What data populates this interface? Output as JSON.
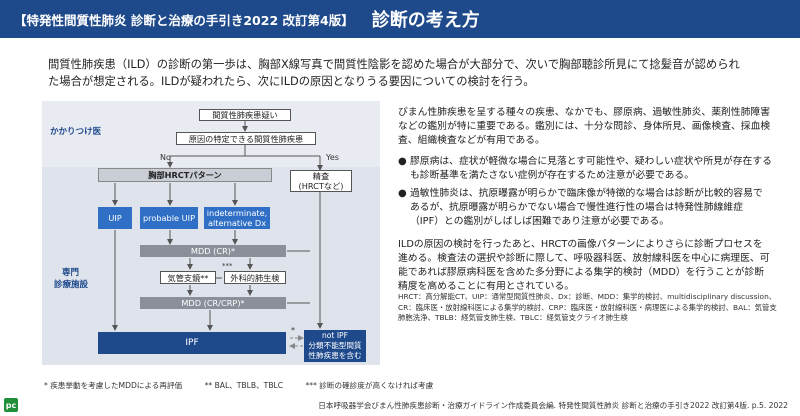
{
  "header": {
    "subtitle": "【特発性間質性肺炎 診断と治療の手引き2022 改訂第4版】",
    "title": "診断の考え方"
  },
  "intro": "間質性肺疾患（ILD）の診断の第一歩は、胸部X線写真で間質性陰影を認めた場合が大部分で、次いで胸部聴診所見にて捻髪音が認められた場合が想定される。ILDが疑われたら、次にILDの原因となりうる要因についての検討を行う。",
  "diagram": {
    "zone_primary": "かかりつけ医",
    "zone_specialist_1": "専門",
    "zone_specialist_2": "診療施設",
    "suspect": "間質性肺疾患疑い",
    "cause_check": "原因の特定できる間質性肺疾患",
    "no": "No",
    "yes": "Yes",
    "hrct": "胸部HRCTパターン",
    "detail_1": "精査",
    "detail_2": "(HRCTなど)",
    "uip": "UIP",
    "probable_uip": "probable UIP",
    "indet_1": "indeterminate,",
    "indet_2": "alternative Dx",
    "mdd_cr": "MDD (CR)*",
    "biopsy": "気管支鏡**",
    "surgical": "外科的肺生検",
    "stars": "***",
    "mdd_crp": "MDD (CR/CRP)*",
    "ipf": "IPF",
    "not_ipf_1": "not IPF",
    "not_ipf_2": "分類不能型間質",
    "not_ipf_3": "性肺疾患を含む",
    "ast": "*"
  },
  "right": {
    "p1": "びまん性肺疾患を呈する種々の疾患、なかでも、膠原病、過敏性肺炎、薬剤性肺障害などの鑑別が特に重要である。鑑別には、十分な問診、身体所見、画像検査、採血検査、組織検査などが有用である。",
    "b1": "膠原病は、症状が軽微な場合に見落とす可能性や、疑わしい症状や所見が存在するも診断基準を満たさない症例が存在するため注意が必要である。",
    "b2": "過敏性肺炎は、抗原曝露が明らかで臨床像が特徴的な場合は診断が比較的容易であるが、抗原曝露が明らかでない場合で慢性進行性の場合は特発性肺線維症（IPF）との鑑別がしばしば困難であり注意が必要である。",
    "p2": "ILDの原因の検討を行ったあと、HRCTの画像パターンによりさらに診断プロセスを進める。検査法の選択や診断に際して、呼吸器科医、放射線科医を中心に病理医、可能であれば膠原病科医を含めた多分野による集学的検討（MDD）を行うことが診断精度を高めることに有用とされている。"
  },
  "abbr": "HRCT：高分解能CT、UIP：通常型間質性肺炎、Dx：診断、MDD：集学的検討、multidisciplinary discussion、CR：臨床医・放射線科医による集学的検討、CRP：臨床医・放射線科医・病理医による集学的検討、BAL：気管支肺胞洗浄、TBLB：経気管支肺生検、TBLC：経気管支クライオ肺生検",
  "footnotes": {
    "f1": "* 疾患挙動を考慮したMDDによる再評価",
    "f2": "** BAL、TBLB、TBLC",
    "f3": "*** 診断の確診度が高くなければ考慮"
  },
  "source": "日本呼吸器学会びまん性肺疾患診断・治療ガイドライン作成委員会編. 特発性間質性肺炎 診断と治療の手引き2022 改訂第4版. p.5. 2022",
  "logo": "pc"
}
